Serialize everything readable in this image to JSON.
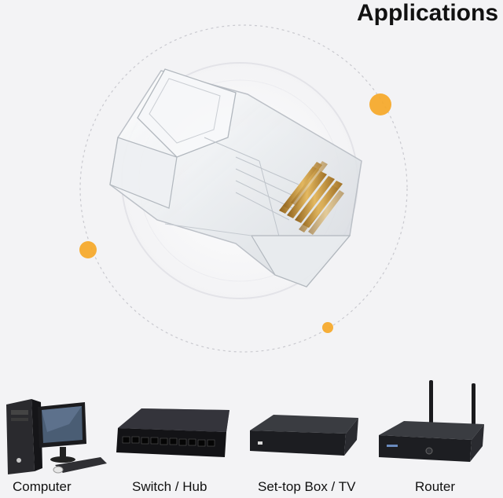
{
  "title": "Applications",
  "colors": {
    "accent_dot": "#f6a623",
    "background": "#f3f3f5",
    "contact_gold": "#c9a04a"
  },
  "devices": [
    {
      "label": "Computer",
      "icon": "computer-icon"
    },
    {
      "label": "Switch / Hub",
      "icon": "switch-hub-icon"
    },
    {
      "label": "Set-top Box / TV",
      "icon": "set-top-box-icon"
    },
    {
      "label": "Router",
      "icon": "router-icon"
    }
  ]
}
